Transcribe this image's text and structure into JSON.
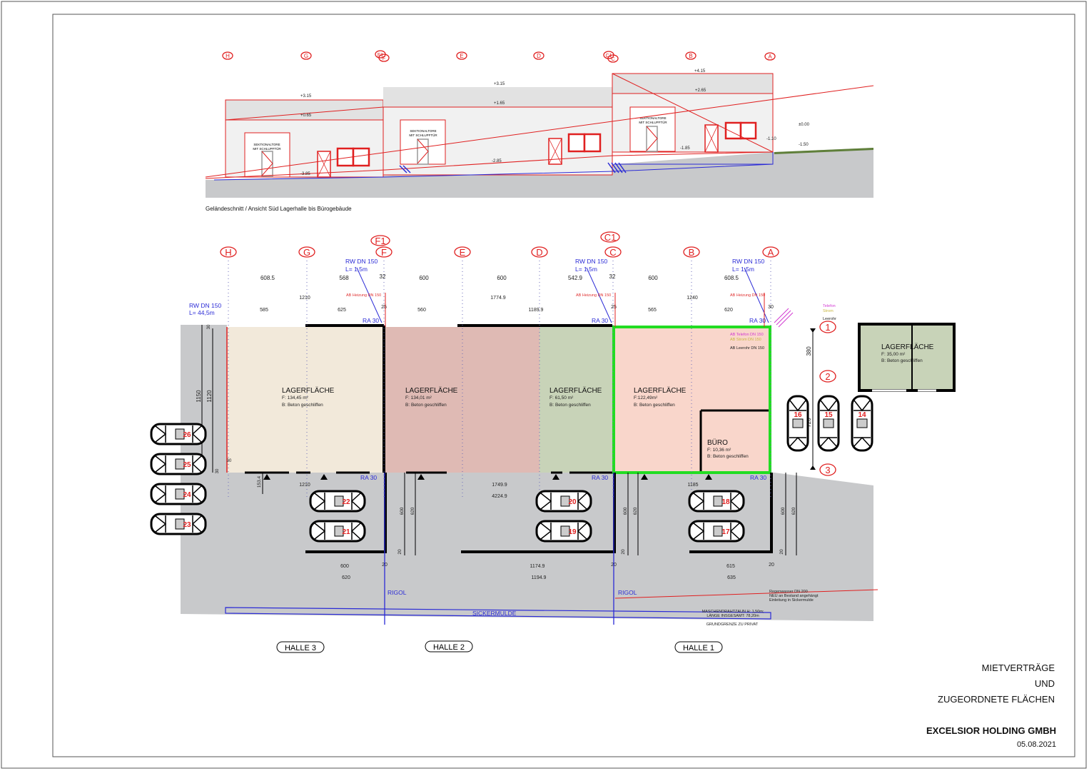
{
  "elevation": {
    "caption": "Geländeschnitt / Ansicht Süd Lagerhalle bis Bürogebäude",
    "axes": [
      "H",
      "G",
      "F1",
      "F",
      "E",
      "D",
      "C1",
      "C",
      "B",
      "A"
    ],
    "levels": [
      "+3.15",
      "+0.65",
      "+3.15",
      "+1.65",
      "+4.15",
      "+2.65",
      "-3.85",
      "-2.85",
      "-1.85",
      "-1.10",
      "±0.00",
      "-1.50"
    ],
    "door_label_1": "SEKTIONALTORE",
    "door_label_2": "MIT SCHLUPFTÜR"
  },
  "plan": {
    "axes": [
      "H",
      "G",
      "F1",
      "F",
      "E",
      "D",
      "C1",
      "C",
      "B",
      "A"
    ],
    "grid_rows": [
      "1",
      "2",
      "3"
    ],
    "dims_top_1": [
      "608.5",
      "568",
      "32",
      "600",
      "600",
      "542.9",
      "32",
      "600",
      "608.5"
    ],
    "dims_top_2": [
      "1210",
      "1774.9",
      "1240"
    ],
    "dims_top_3": [
      "585",
      "625",
      "25",
      "560",
      "1189.9",
      "25",
      "565",
      "620",
      "30"
    ],
    "dims_left": [
      "1150",
      "1120",
      "30",
      "30",
      "30"
    ],
    "dims_right": [
      "380",
      "720"
    ],
    "dims_low_1": [
      "153.4",
      "1210",
      "1749.9",
      "4224.9",
      "1185"
    ],
    "dims_low_v": [
      "600",
      "620",
      "20",
      "600",
      "620",
      "20",
      "600",
      "620",
      "20"
    ],
    "dims_low_2": [
      "600",
      "20",
      "1174.9",
      "20",
      "615",
      "20"
    ],
    "dims_low_3": [
      "620",
      "1194.9",
      "635"
    ],
    "rw_main": [
      "RW DN 150",
      "L= 44,5m"
    ],
    "rw_short": [
      "RW DN 150",
      "L= 1,5m"
    ],
    "ra": "RA 30",
    "ab_heizung": "AB Heizung DN 150",
    "utilities": [
      "Telefon",
      "Strom",
      "Leerohr"
    ],
    "ab_utilities": [
      "AB Telefon DN 150",
      "AB Strom DN 150",
      "AB Leerohr DN 150"
    ],
    "rigol": "RIGOL",
    "sickermulde": "SICKERMULDE",
    "regenwasser": [
      "Regenwasser DN 200",
      "NEU an Bestand angehängt",
      "Einleitung in Sickermulde"
    ],
    "fence": [
      "MASCHENDRAHTZAUN H: 1,50m;",
      "LÄNGE INSGESAMT: 78,20m"
    ],
    "boundary": "GRUNDGRENZE ZU PRIVAT",
    "areas": [
      {
        "title": "LAGERFLÄCHE",
        "area": "F: 134,45 m²",
        "floor": "B: Beton geschliffen"
      },
      {
        "title": "LAGERFLÄCHE",
        "area": "F: 134,01 m²",
        "floor": "B: Beton geschliffen"
      },
      {
        "title": "LAGERFLÄCHE",
        "area": "F: 61,50 m²",
        "floor": "B: Beton geschliffen"
      },
      {
        "title": "LAGERFLÄCHE",
        "area": "F:122,49m²",
        "floor": "B: Beton geschliffen"
      },
      {
        "title": "BÜRO",
        "area": "F: 10,36 m²",
        "floor": "B: Beton geschliffen"
      },
      {
        "title": "LAGERFLÄCHE",
        "area": "F: 35,00 m²",
        "floor": "B: Beton geschliffen"
      }
    ],
    "cars": [
      "26",
      "25",
      "24",
      "23",
      "22",
      "21",
      "20",
      "19",
      "18",
      "17",
      "16",
      "15",
      "14"
    ],
    "halls": [
      "HALLE 3",
      "HALLE 2",
      "HALLE 1"
    ]
  },
  "title_block": {
    "line1": "MIETVERTRÄGE",
    "line2": "UND",
    "line3": "ZUGEORDNETE FLÄCHEN",
    "company": "EXCELSIOR HOLDING GMBH",
    "date": "05.08.2021"
  },
  "colors": {
    "hall3": "#f2e9da",
    "hall2": "#dfbab4",
    "green_area": "#c8d3b8",
    "hall1": "#f9d6cb",
    "hall1_border": "#22dd22",
    "axis_red": "#e02020",
    "drain_blue": "#2b2bd6",
    "paving": "#c8c9cb"
  }
}
